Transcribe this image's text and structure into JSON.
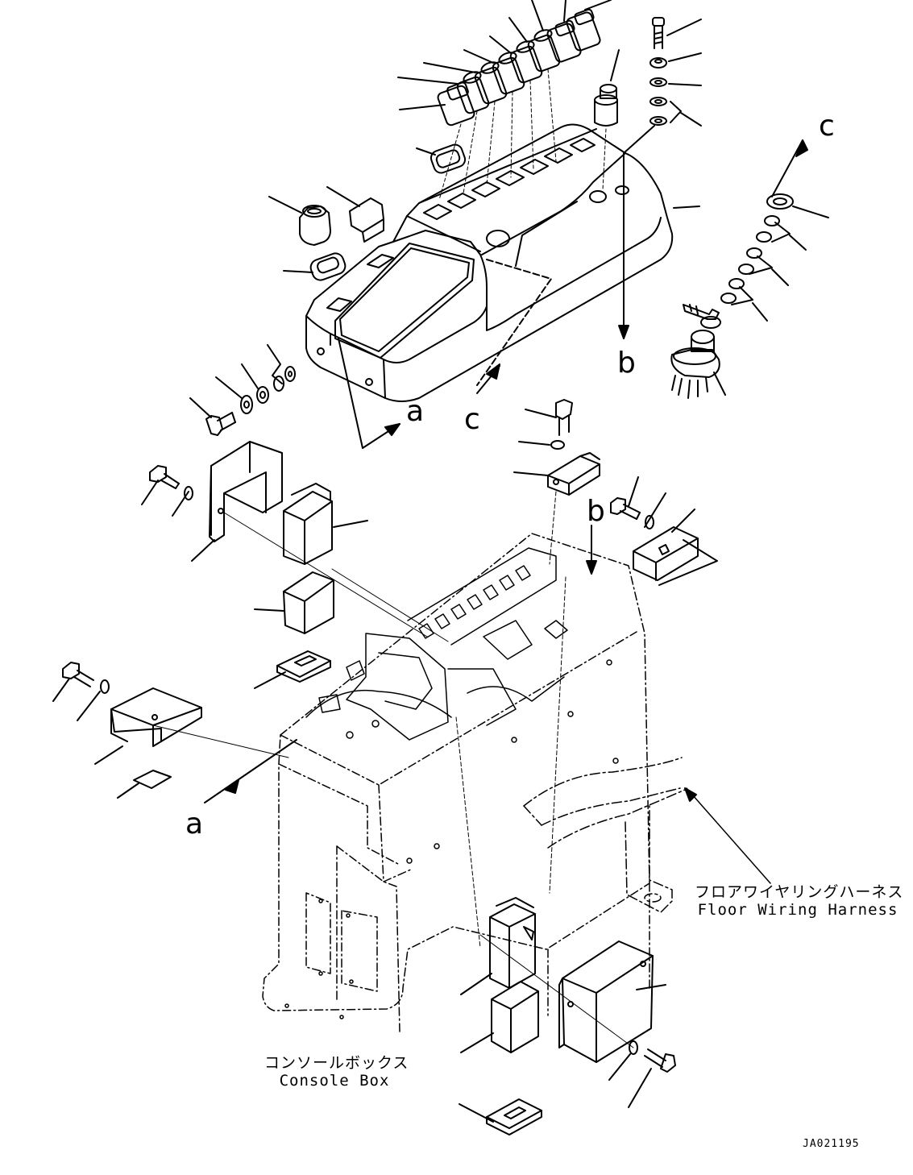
{
  "reference_letters": {
    "a_upper": "a",
    "a_lower": "a",
    "b_upper": "b",
    "b_lower": "b",
    "c_upper": "c",
    "c_lower": "c"
  },
  "floor_harness": {
    "jp": "フロアワイヤリングハーネス",
    "en": "Floor Wiring Harness"
  },
  "console_box": {
    "jp": "コンソールボックス",
    "en": "Console Box"
  },
  "drawing_code": "JA021195"
}
